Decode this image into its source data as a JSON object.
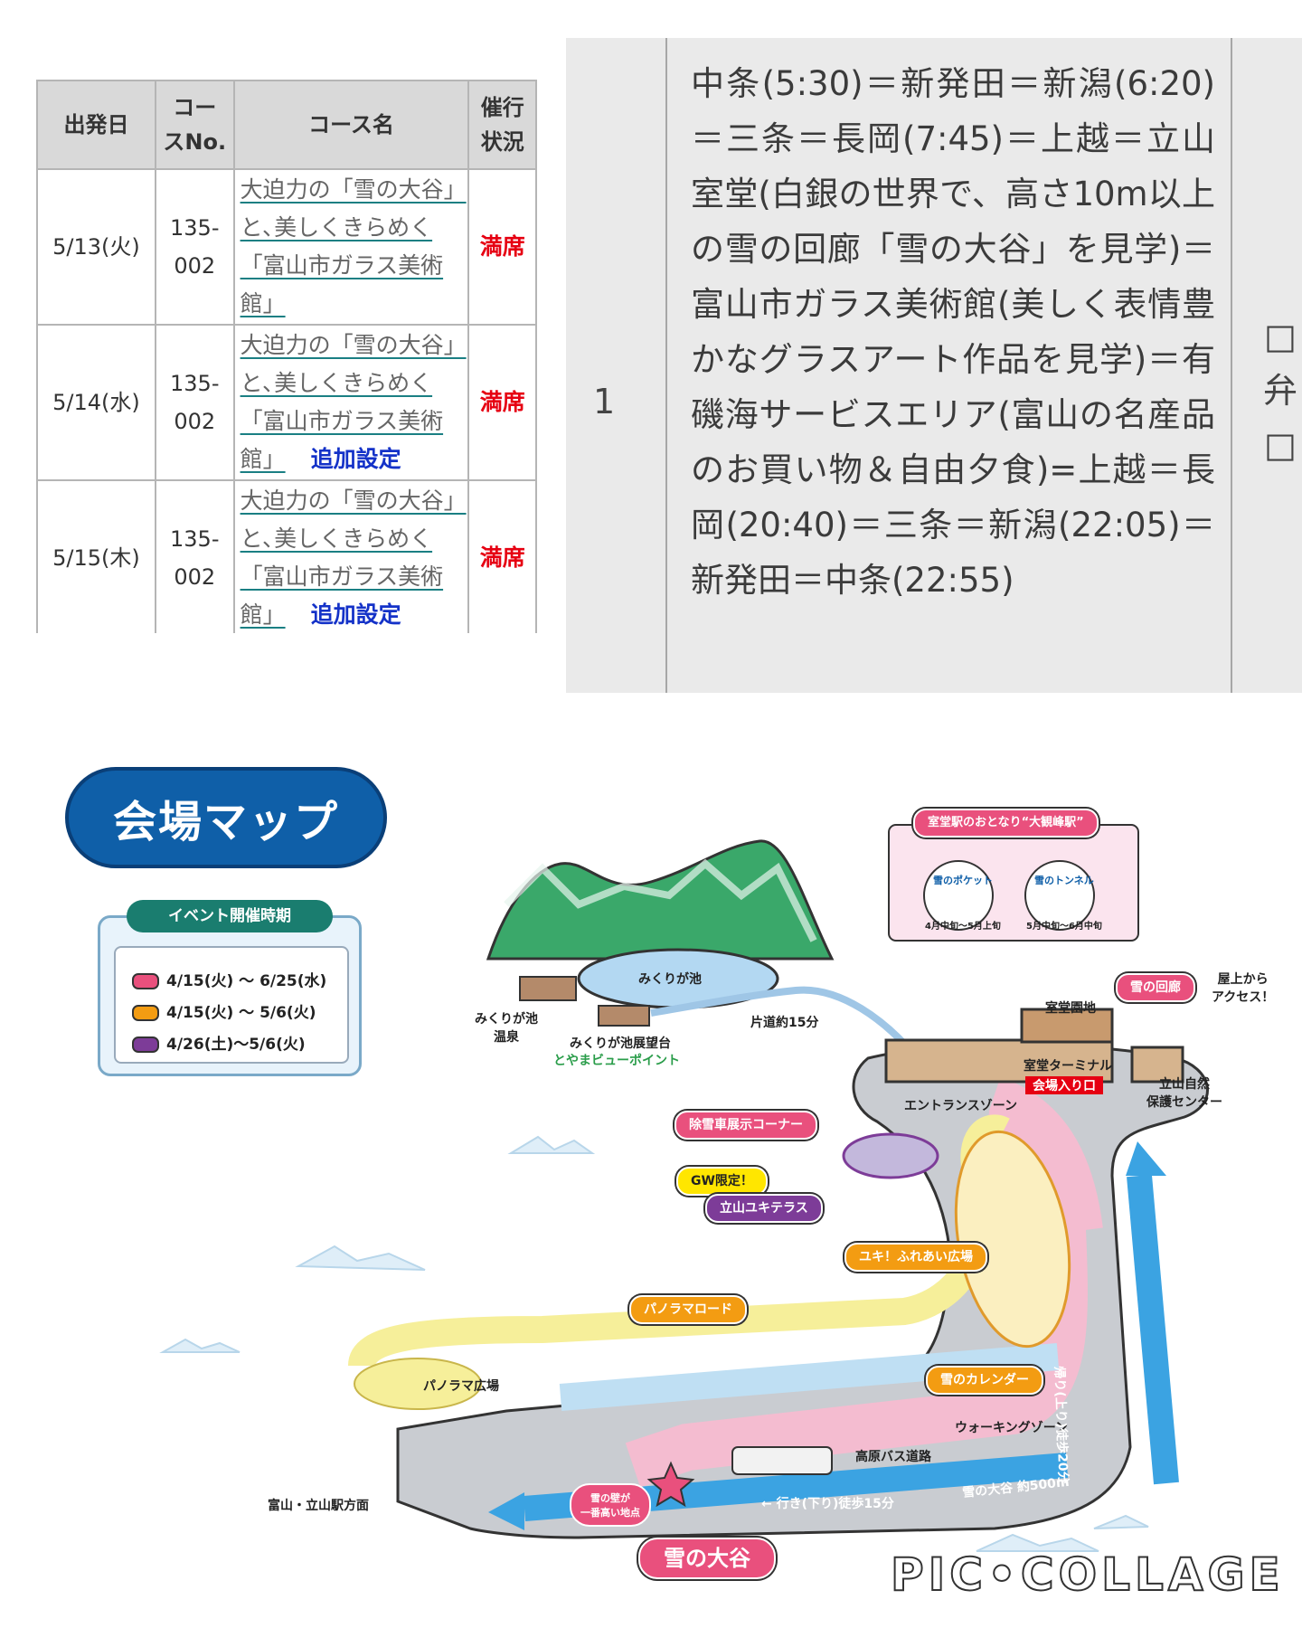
{
  "table": {
    "headers": [
      "出発日",
      "コースNo.",
      "コース名",
      "催行状況"
    ],
    "header_display": {
      "date": "出発日",
      "course_no_1": "コー",
      "course_no_2": "スNo.",
      "course_name": "コース名",
      "status_1": "催行",
      "status_2": "状況"
    },
    "rows": [
      {
        "date": "5/13(火)",
        "course_no_1": "135-",
        "course_no_2": "002",
        "name_1": "大迫力の「雪の大谷」",
        "name_2": "と､美しくきらめく",
        "name_3": "「富山市ガラス美術",
        "name_4": "館」",
        "extra": "",
        "status": "満席"
      },
      {
        "date": "5/14(水)",
        "course_no_1": "135-",
        "course_no_2": "002",
        "name_1": "大迫力の「雪の大谷」",
        "name_2": "と､美しくきらめく",
        "name_3": "「富山市ガラス美術",
        "name_4": "館」",
        "extra": "追加設定",
        "status": "満席"
      },
      {
        "date": "5/15(木)",
        "course_no_1": "135-",
        "course_no_2": "002",
        "name_1": "大迫力の「雪の大谷」",
        "name_2": "と､美しくきらめく",
        "name_3": "「富山市ガラス美術",
        "name_4": "館」",
        "extra": "追加設定",
        "status": "満席"
      }
    ]
  },
  "itinerary": {
    "day": "1",
    "text": "中条(5:30)＝新発田＝新潟(6:20)＝三条＝長岡(7:45)＝上越＝立山室堂(白銀の世界で、高さ10m以上の雪の回廊「雪の大谷」を見学)＝富山市ガラス美術館(美しく表情豊かなグラスアート作品を見学)＝有磯海サービスエリア(富山の名産品のお買い物＆自由夕食)=上越＝長岡(20:40)＝三条＝新潟(22:05)＝新発田＝中条(22:55)",
    "meal_1": "□",
    "meal_label": "弁",
    "meal_2": "□"
  },
  "map": {
    "title": "会場マップ",
    "legend_title": "イベント開催時期",
    "legend": [
      {
        "text": "4/15(火) ～ 6/25(水)",
        "color": "#e9507d"
      },
      {
        "text": "4/15(火) ～ 5/6(火)",
        "color": "#f39c12"
      },
      {
        "text": "4/26(土)～5/6(火)",
        "color": "#7d3c98"
      }
    ],
    "neighbor": {
      "title": "室堂駅のおとなり“大観峰駅”",
      "items": [
        {
          "name_1": "雪の",
          "name_2": "ポケット",
          "period": "4月中旬～5月上旬"
        },
        {
          "name_1": "雪の",
          "name_2": "トンネル",
          "period": "5月中旬～6月中旬"
        }
      ]
    },
    "labels": {
      "mikurigaike": "みくりが池",
      "onsen_1": "みくりが池",
      "onsen_2": "温泉",
      "observatory": "みくりが池展望台",
      "viewpoint": "とやまビューポイント",
      "one_way": "片道約15分",
      "corridor": "雪の回廊",
      "rooftop_1": "屋上から",
      "rooftop_2": "アクセス！",
      "murodo_park": "室堂園地",
      "terminal": "室堂ターミナル",
      "entrance": "会場入り口",
      "nature_1": "立山自然",
      "nature_2": "保護センター",
      "entrance_zone": "エントランスゾーン",
      "plow": "除雪車展示コーナー",
      "gw": "GW限定！",
      "terrace": "立山ユキテラス",
      "snow_plaza": "ユキ！ふれあい広場",
      "panorama_road": "パノラマロード",
      "panorama_plaza": "パノラマ広場",
      "calendar": "雪のカレンダー",
      "walking": "ウォーキングゾーン",
      "bus_road": "高原バス道路",
      "toyama": "富山・立山駅方面",
      "highest_1": "雪の壁が",
      "highest_2": "一番高い地点",
      "going": "← 行き(下り)徒歩15分",
      "otani_len": "雪の大谷 約500m",
      "return": "帰り(上り)徒歩20分",
      "otani": "雪の大谷"
    }
  },
  "watermark": "PIC•COLLAGE"
}
